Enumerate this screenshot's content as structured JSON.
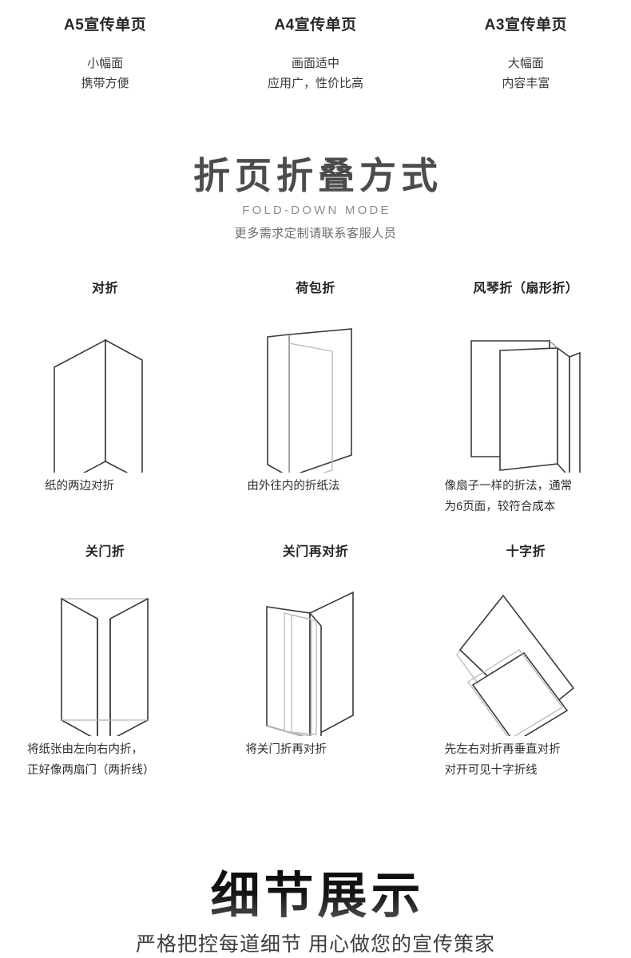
{
  "sizes": {
    "columns": [
      {
        "title": "A5宣传单页",
        "lines": [
          "小幅面",
          "携带方便"
        ]
      },
      {
        "title": "A4宣传单页",
        "lines": [
          "画面适中",
          "应用广，性价比高"
        ]
      },
      {
        "title": "A3宣传单页",
        "lines": [
          "大幅面",
          "内容丰富"
        ]
      }
    ]
  },
  "fold_section": {
    "heading_cn": "折页折叠方式",
    "heading_en": "FOLD-DOWN MODE",
    "subtitle": "更多需求定制请联系客服人员",
    "rows": [
      {
        "cells": [
          {
            "name": "对折",
            "caption": [
              "纸的两边对折"
            ],
            "art": "half-fold"
          },
          {
            "name": "荷包折",
            "caption": [
              "由外往内的折纸法"
            ],
            "art": "wallet-fold"
          },
          {
            "name": "风琴折（扇形折）",
            "caption": [
              "像扇子一样的折法，通常",
              "为6页面，较符合成本"
            ],
            "art": "accordion-fold"
          }
        ]
      },
      {
        "cells": [
          {
            "name": "关门折",
            "caption": [
              "将纸张由左向右内折，",
              "正好像两扇门（两折线）"
            ],
            "art": "gate-fold"
          },
          {
            "name": "关门再对折",
            "caption": [
              "将关门折再对折"
            ],
            "art": "gate-half-fold"
          },
          {
            "name": "十字折",
            "caption": [
              "先左右对折再垂直对折",
              "对开可见十字折线"
            ],
            "art": "cross-fold"
          }
        ]
      }
    ]
  },
  "detail_section": {
    "heading_cn": "细节展示",
    "subtitle": "严格把控每道细节 用心做您的宣传策家"
  },
  "colors": {
    "page_background": "#ffffff",
    "heading_gray": "#4c4c4c",
    "heading_en_gray": "#8c8c8c",
    "body_text": "#2f2f2f",
    "line_dark": "#3a3a3a",
    "line_light": "#b9b9b9"
  }
}
